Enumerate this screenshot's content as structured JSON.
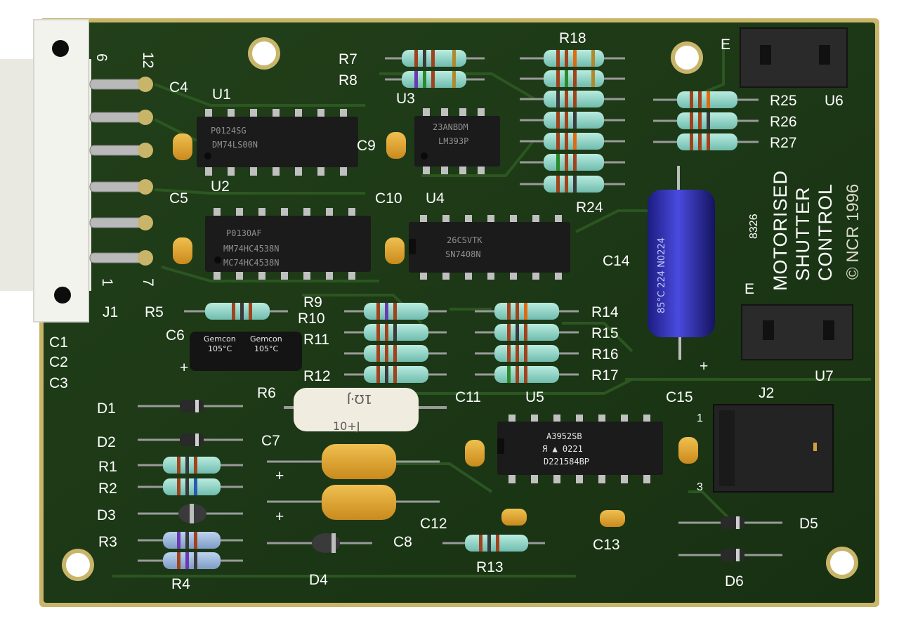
{
  "board": {
    "title_lines": [
      "MOTORISED",
      "SHUTTER",
      "CONTROL"
    ],
    "copyright": "© NCR 1996",
    "small_code": "8326"
  },
  "labels": {
    "connector_pins": {
      "p6": "6",
      "p12": "12",
      "p1": "1",
      "p7": "7"
    },
    "J1": "J1",
    "J2": "J2",
    "C1": "C1",
    "C2": "C2",
    "C3": "C3",
    "C4": "C4",
    "C5": "C5",
    "C6": "C6",
    "C7": "C7",
    "C8": "C8",
    "C9": "C9",
    "C10": "C10",
    "C11": "C11",
    "C12": "C12",
    "C13": "C13",
    "C14": "C14",
    "C15": "C15",
    "U1": "U1",
    "U2": "U2",
    "U3": "U3",
    "U4": "U4",
    "U5": "U5",
    "U6": "U6",
    "U7": "U7",
    "R1": "R1",
    "R2": "R2",
    "R3": "R3",
    "R4": "R4",
    "R5": "R5",
    "R6": "R6",
    "R7": "R7",
    "R8": "R8",
    "R9": "R9",
    "R10": "R10",
    "R11": "R11",
    "R12": "R12",
    "R13": "R13",
    "R14": "R14",
    "R15": "R15",
    "R16": "R16",
    "R17": "R17",
    "R18": "R18",
    "R24": "R24",
    "R25": "R25",
    "R26": "R26",
    "R27": "R27",
    "D1": "D1",
    "D2": "D2",
    "D3": "D3",
    "D4": "D4",
    "D5": "D5",
    "D6": "D6",
    "E_top": "E",
    "E_mid": "E",
    "plus_c6": "+",
    "plus_c14": "+",
    "plus_c7a": "+",
    "plus_c7b": "+",
    "j2_pin1": "1",
    "j2_pin3": "3"
  },
  "chips": {
    "U1": [
      "P0124SG",
      "DM74LS00N"
    ],
    "U2": [
      "P0130AF",
      "MM74HC4538N",
      "MC74HC4538N"
    ],
    "U3": [
      "23ANBDM",
      "LM393P"
    ],
    "U4": [
      "26CSVTK",
      "SN7408N"
    ],
    "U5": [
      "A3952SB",
      "Я ▲ 0221",
      "D221584BP"
    ]
  },
  "cap_markings": {
    "C6": [
      "Gemcon",
      "105°C",
      "Gemcon",
      "105°C"
    ],
    "R6": [
      "1Ω·J",
      "10+J"
    ],
    "C14": "85°C 224 N0224"
  },
  "colors": {
    "board": "#1f3a16",
    "board_edge": "#c9b56a",
    "trace": "#2f5a22",
    "ic_body": "#1b1b1b",
    "resistor_body": "#8fd1c4",
    "cap_yellow": "#e0a52a",
    "electrolytic_blue": "#2a2ab0",
    "header_white": "#f3f3ee"
  }
}
